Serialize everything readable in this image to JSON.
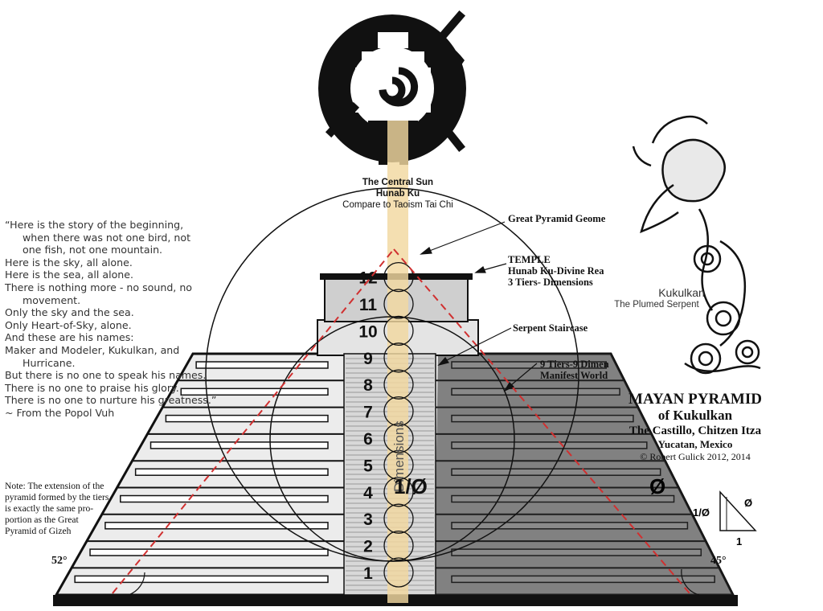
{
  "quote": {
    "lines": [
      "“Here is the story of the beginning,",
      "when there was not one bird, not",
      "one fish, not one mountain.",
      "Here is the sky, all alone.",
      "Here is the sea, all alone.",
      "There is nothing more - no sound, no",
      "movement.",
      "Only the sky and the sea.",
      "Only Heart-of-Sky, alone.",
      "And these are his names:",
      "Maker and Modeler, Kukulkan, and",
      "Hurricane.",
      "But there is no one to speak his names.",
      "There is no one to praise his glory.",
      "There is no one to nurture his greatness.”",
      "~ From the Popol Vuh"
    ]
  },
  "central_sun": {
    "line1": "The Central Sun",
    "line2": "Hunab Ku",
    "line3": "Compare to Taoism Tai Chi"
  },
  "annotations": {
    "great_pyramid": "Great Pyramid Geome",
    "temple1": "TEMPLE",
    "temple2": "Hunab Ku-Divine Rea",
    "temple3": "3 Tiers- Dimensions",
    "serpent": "Serpent Staircase",
    "tiers1": "9 Tiers-9 Dimen",
    "tiers2": "Manifest World"
  },
  "title": {
    "line1": "MAYAN PYRAMID",
    "line2": "of Kukulkan",
    "line3": "The Castillo, Chitzen Itza",
    "line4": "Yucatan, Mexico",
    "line5": "© Robert Gulick 2012, 2014"
  },
  "kukulkan": {
    "name": "Kukulkan",
    "subtitle": "The Plumed Serpent"
  },
  "note": {
    "lines": [
      "Note: The extension of the",
      "pyramid formed by the tiers",
      "is exactly the same pro-",
      "portion as the Great",
      "Pyramid of Gizeh"
    ]
  },
  "angles": {
    "left": "52°",
    "right": "45°"
  },
  "dimension_numbers": [
    "1",
    "2",
    "3",
    "4",
    "5",
    "6",
    "7",
    "8",
    "9",
    "10",
    "11",
    "12"
  ],
  "dimensions_label": "Dimensions",
  "phi_center": "1/Ø",
  "phi": "Ø",
  "triangle": {
    "top": "Ø",
    "left": "1/Ø",
    "bottom": "1"
  },
  "colors": {
    "beam": "#f2d8a0",
    "dashed": "#d03030",
    "ink": "#111111"
  }
}
